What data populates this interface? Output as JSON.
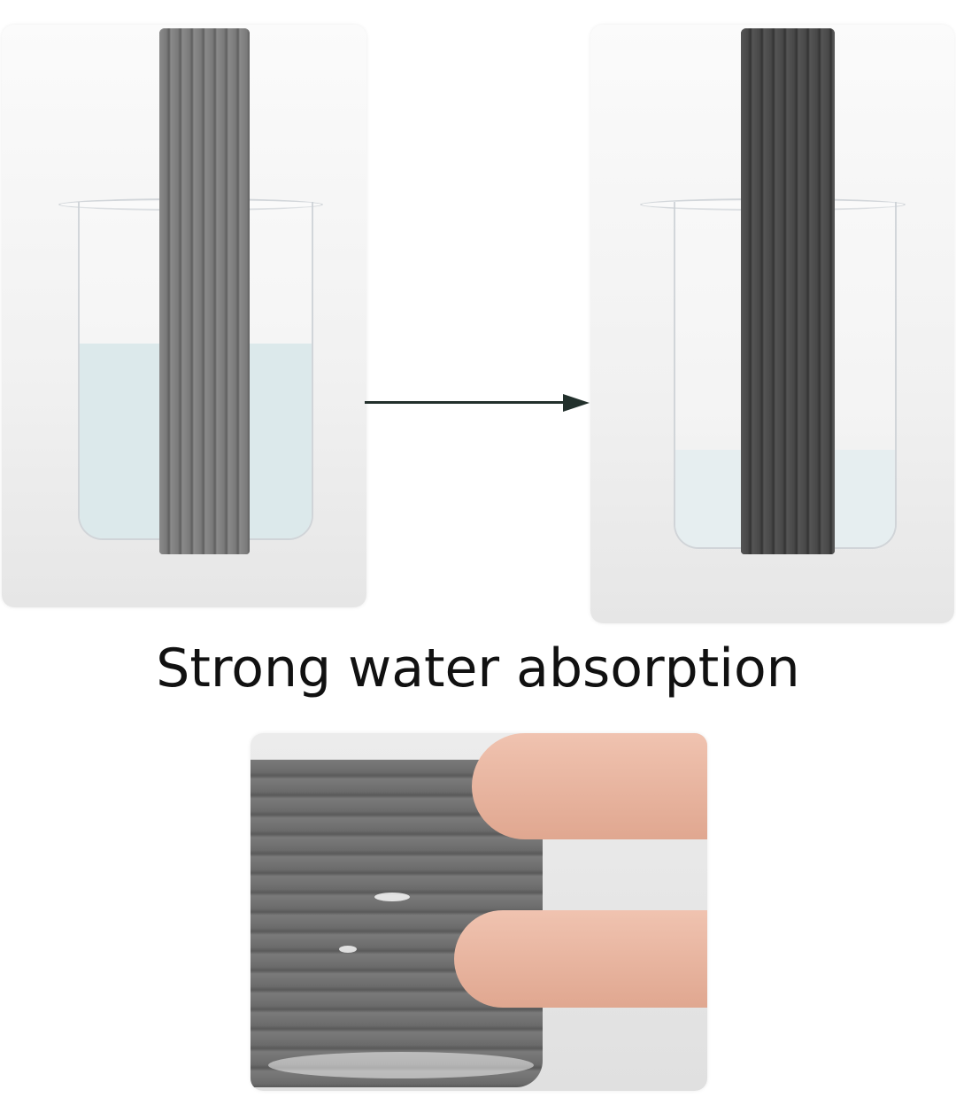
{
  "caption": "Strong water absorption",
  "panels": {
    "before": {
      "label": "dry sponge stick in beaker with water",
      "water_color": "#dfeaec",
      "stick_color": "#7b7b7b"
    },
    "after": {
      "label": "sponge stick after absorbing water",
      "water_color": "#e9eff0",
      "stick_color": "#4a4a4a"
    },
    "squeeze": {
      "label": "hand squeezing water out of sponge",
      "sponge_color": "#707070",
      "skin_color": "#e8b39e"
    }
  },
  "arrow": {
    "color": "#22302c",
    "direction": "right"
  }
}
